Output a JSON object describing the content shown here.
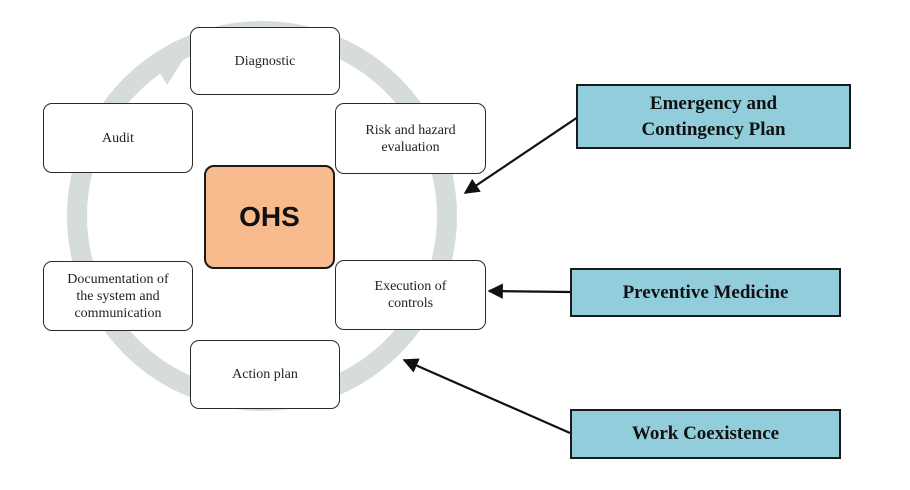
{
  "center": {
    "label": "OHS",
    "color": "#f8bb8e"
  },
  "cycle_steps": [
    {
      "id": "diagnostic",
      "label": "Diagnostic"
    },
    {
      "id": "risk",
      "label": "Risk and hazard\nevaluation"
    },
    {
      "id": "execution",
      "label": "Execution of\ncontrols"
    },
    {
      "id": "action",
      "label": "Action plan"
    },
    {
      "id": "documentation",
      "label": "Documentation of\nthe system  and\ncommunication"
    },
    {
      "id": "audit",
      "label": "Audit"
    }
  ],
  "programs": [
    {
      "id": "emergency",
      "label": "Emergency and\nContingency Plan"
    },
    {
      "id": "preventive",
      "label": "Preventive Medicine"
    },
    {
      "id": "coexistence",
      "label": "Work Coexistence"
    }
  ],
  "colors": {
    "cycle_ring": "#d5dcda",
    "program_fill": "#92cddc",
    "arrow": "#111111"
  }
}
